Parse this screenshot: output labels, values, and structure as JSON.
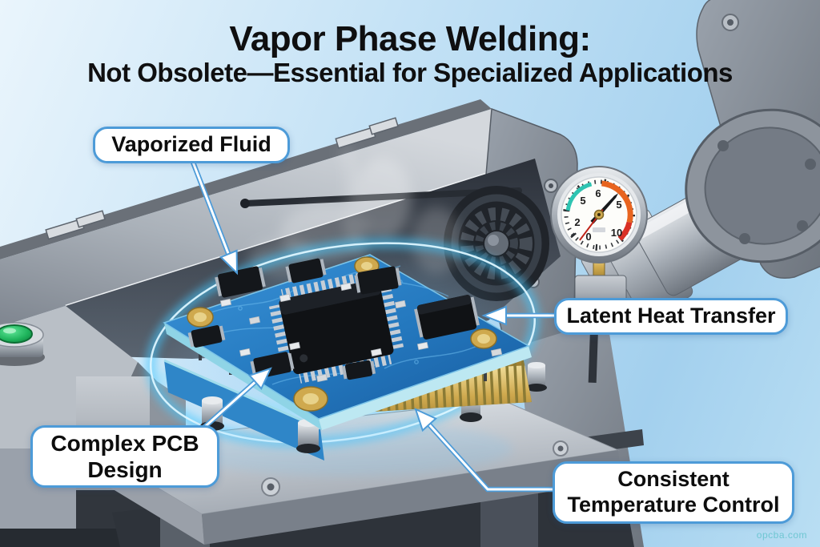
{
  "title": {
    "line1": "Vapor Phase Welding:",
    "line2": "Not Obsolete—Essential for Specialized Applications"
  },
  "callouts": {
    "vaporized_fluid": {
      "label": "Vaporized Fluid"
    },
    "latent_heat": {
      "label": "Latent Heat Transfer"
    },
    "complex_pcb": {
      "line1": "Complex PCB",
      "line2": "Design"
    },
    "temp_control": {
      "line1": "Consistent",
      "line2": "Temperature Control"
    }
  },
  "gauge": {
    "numbers": [
      "2",
      "5",
      "6",
      "5",
      "10",
      "0"
    ]
  },
  "watermark": "opcba.com",
  "colors": {
    "callout_border": "#4d9bd8",
    "glow_cyan": "#45c8ff",
    "pcb_blue": "#2a7fc4",
    "gold": "#cfa94e",
    "gauge_red": "#d93025",
    "gauge_teal": "#2fc4b2",
    "button_green": "#1fb45c",
    "title_text": "#0f0f10",
    "sky_top": "#eaf5fc",
    "sky_bottom": "#a3d0ee"
  }
}
